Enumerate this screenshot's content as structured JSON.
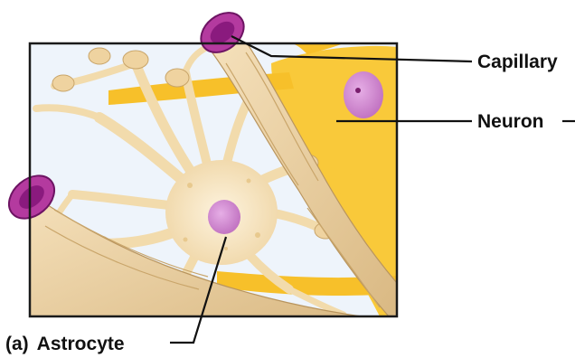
{
  "labels": {
    "capillary": "Capillary",
    "neuron": "Neuron",
    "astrocyte_prefix": "(a)",
    "astrocyte": "Astrocyte"
  },
  "colors": {
    "frame": "#1a1a1a",
    "background": "#eef4fb",
    "neuron_fill": "#f9c93a",
    "astrocyte_fill": "#f5dfb2",
    "capillary_fill": "#eed3a2",
    "capillary_lumen": "#a51f93",
    "nucleus": "#d890d6",
    "leader_line": "#111111"
  },
  "icons": [
    "capillary-end-icon",
    "neuron-nucleus-icon",
    "astrocyte-nucleus-icon"
  ]
}
